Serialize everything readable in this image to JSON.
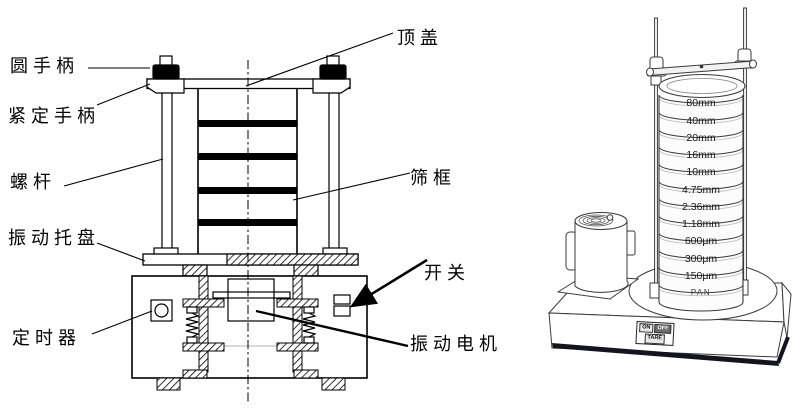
{
  "colors": {
    "line": "#000000",
    "background": "#ffffff",
    "base_stripe": "#14141f"
  },
  "left_diagram": {
    "labels": {
      "round_handle": "圆手柄",
      "locking_handle": "紧定手柄",
      "screw_rod": "螺杆",
      "vibration_tray": "振动托盘",
      "timer": "定时器",
      "top_cover": "顶盖",
      "sieve_frame": "筛框",
      "switch": "开关",
      "vibration_motor": "振动电机"
    }
  },
  "right_illustration": {
    "sieve_sizes": [
      "80mm",
      "40mm",
      "20mm",
      "16mm",
      "10mm",
      "4.75mm",
      "2.36mm",
      "1.18mm",
      "600μm",
      "300μm",
      "150μm",
      "PAN"
    ],
    "control_panel": {
      "on": "ON",
      "off": "OFF",
      "tare": "TARE"
    }
  }
}
